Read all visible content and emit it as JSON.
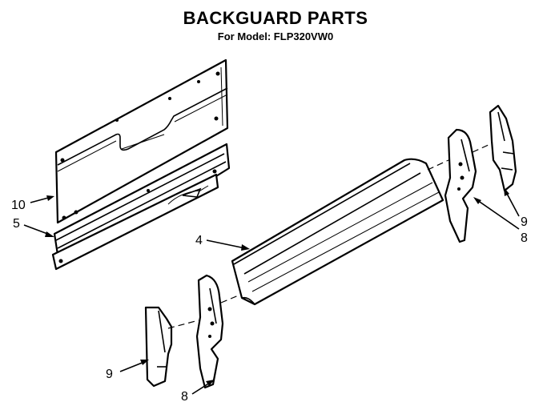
{
  "header": {
    "title": "BACKGUARD PARTS",
    "subtitle": "For Model: FLP320VW0"
  },
  "callouts": {
    "panel_10": "10",
    "rail_5": "5",
    "trim_4": "4",
    "endcap_9_right": "9",
    "bracket_8_right": "8",
    "endcap_9_left": "9",
    "bracket_8_left": "8"
  }
}
